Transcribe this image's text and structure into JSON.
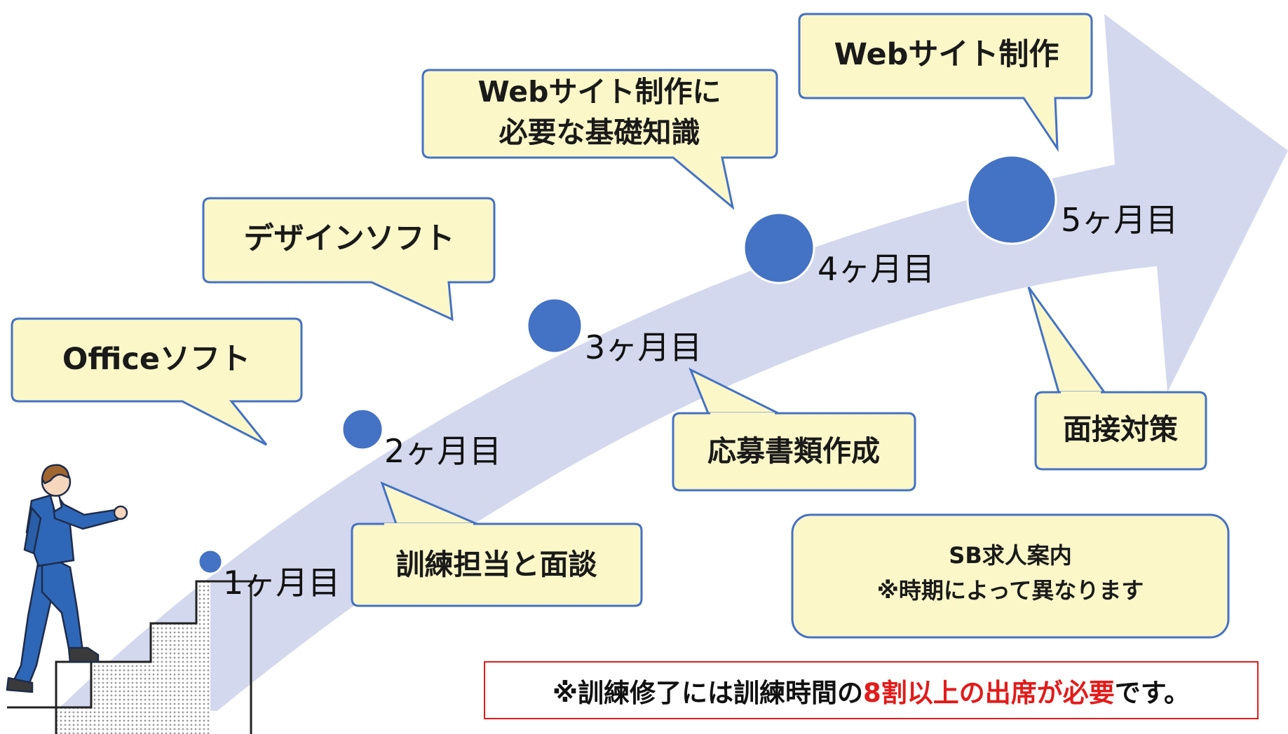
{
  "steps": [
    {
      "month": "1ヶ月目",
      "items": [
        "訓練担当と面談"
      ]
    },
    {
      "month": "2ヶ月目",
      "items": [
        "Officeソフト"
      ]
    },
    {
      "month": "3ヶ月目",
      "items": [
        "デザインソフト",
        "応募書類作成"
      ]
    },
    {
      "month": "4ヶ月目",
      "items": [
        "Webサイト制作に必要な基礎知識"
      ]
    },
    {
      "month": "5ヶ月目",
      "items": [
        "Webサイト制作",
        "面接対策"
      ]
    }
  ],
  "bubbles": {
    "office": "Officeソフト",
    "design": "デザインソフト",
    "web_basics_line1": "Webサイト制作に",
    "web_basics_line2": "必要な基礎知識",
    "web_production": "Webサイト制作",
    "interview_counsel": "訓練担当と面談",
    "application_docs": "応募書類作成",
    "interview_prep": "面接対策",
    "job_info_line1": "SB求人案内",
    "job_info_line2": "※時期によって異なります"
  },
  "months": {
    "m1": "1ヶ月目",
    "m2": "2ヶ月目",
    "m3": "3ヶ月目",
    "m4": "4ヶ月目",
    "m5": "5ヶ月目"
  },
  "notice": {
    "prefix": "※訓練修了には訓練時間の",
    "highlight": "8割以上の出席が必要",
    "suffix": "です。"
  },
  "colors": {
    "arrow": "#d3d8ee",
    "dot": "#4472c4",
    "bubble_fill": "#fbf7c8",
    "bubble_stroke": "#4472c4",
    "highlight": "#e21b1b",
    "suit": "#2e67b8"
  }
}
